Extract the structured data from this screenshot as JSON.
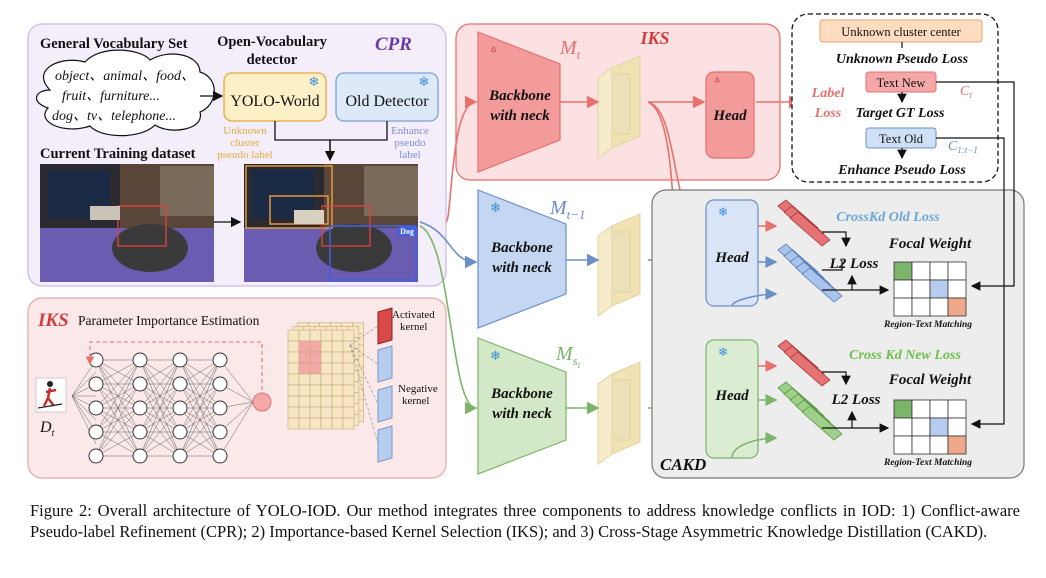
{
  "cpr": {
    "title": "CPR",
    "vocab_title": "General Vocabulary Set",
    "vocab_lines": [
      "object、animal、food、",
      "fruit、furniture...",
      "dog、tv、telephone..."
    ],
    "ov_detector": [
      "Open-Vocabulary",
      "detector"
    ],
    "yolo_world": "YOLO-World",
    "old_detector": "Old Detector",
    "unknown_label": [
      "Unknown",
      "cluster",
      "pseudo label"
    ],
    "enhance_label": [
      "Enhance",
      "pseudo",
      "label"
    ],
    "current_dataset": "Current Training dataset",
    "dog_tag": "Dog"
  },
  "iks_main": {
    "title": "IKS"
  },
  "iks_panel": {
    "title": "IKS",
    "subtitle": "Parameter Importance Estimation",
    "activated": [
      "Activated",
      "kernel"
    ],
    "negative": [
      "Negative",
      "kernel"
    ],
    "dataset": "D",
    "dataset_sub": "t"
  },
  "models": {
    "m_t": "M",
    "m_t_sub": "t",
    "m_t1": "M",
    "m_t1_sub": "t−1",
    "m_st": "M",
    "m_st_sub": "s",
    "m_st_subsub": "t",
    "backbone": [
      "Backbone",
      "with neck"
    ],
    "head": "Head"
  },
  "loss_box": {
    "unknown_center": "Unknown cluster center",
    "unknown_pseudo_loss": "Unknown Pseudo Loss",
    "label_loss": [
      "Label",
      "Loss"
    ],
    "text_new": "Text New",
    "c_t": "C",
    "c_t_sub": "t",
    "target_gt_loss": "Target GT Loss",
    "text_old": "Text Old",
    "c_old": "C",
    "c_old_sub": "1:t−1",
    "enhance_pseudo_loss": "Enhance Pseudo Loss"
  },
  "cakd": {
    "title": "CAKD",
    "crosskd_old": "CrossKd Old Loss",
    "crosskd_new": "Cross Kd New Loss",
    "focal_weight": "Focal Weight",
    "l2_loss": "L2 Loss",
    "rt_matching": "Region-Text Matching"
  },
  "caption": "Figure 2: Overall architecture of YOLO-IOD. Our method integrates three components to address knowledge conflicts in IOD: 1) Conflict-aware Pseudo-label Refinement (CPR); 2) Importance-based Kernel Selection (IKS); and 3) Cross-Stage Asymmetric Knowledge Distillation (CAKD).",
  "colors": {
    "red": "#e8706f",
    "blue": "#6a8fc6",
    "green": "#7cb46a",
    "purple": "#6a3aa8",
    "orange": "#f0a040"
  }
}
